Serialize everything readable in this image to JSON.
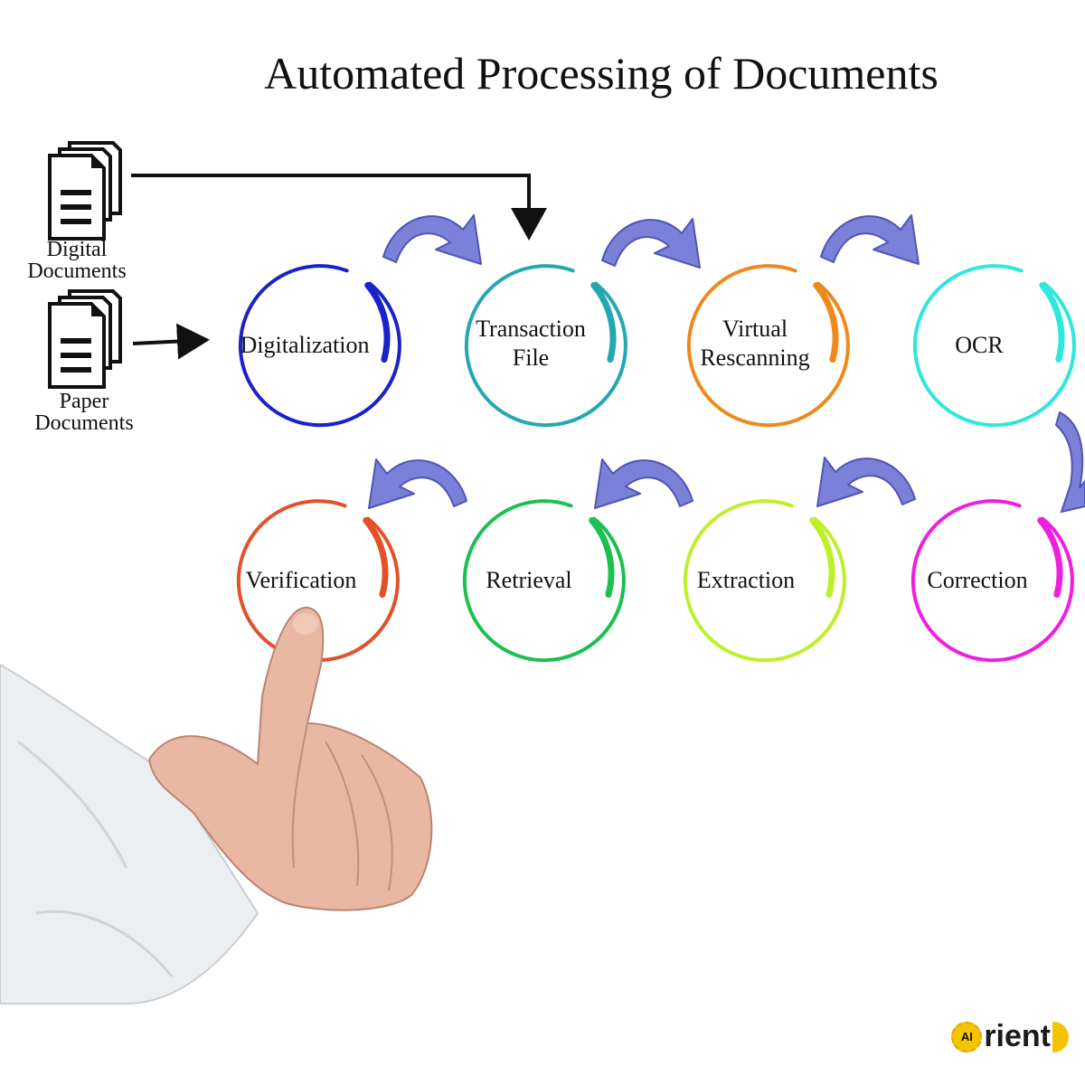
{
  "title": "Automated Processing of Documents",
  "sources": [
    {
      "label": "Digital\nDocuments"
    },
    {
      "label": "Paper\nDocuments"
    }
  ],
  "stages": [
    {
      "label": "Digitalization",
      "color": "#1a22c8"
    },
    {
      "label": "Transaction\nFile",
      "color": "#23a8b0"
    },
    {
      "label": "Virtual\nRescanning",
      "color": "#ee8a1c"
    },
    {
      "label": "OCR",
      "color": "#2de8dc"
    },
    {
      "label": "Correction",
      "color": "#f01ee0"
    },
    {
      "label": "Extraction",
      "color": "#bef02a"
    },
    {
      "label": "Retrieval",
      "color": "#1cc050"
    },
    {
      "label": "Verification",
      "color": "#e3502a"
    }
  ],
  "colors": {
    "flow_arrow": "#7b80d8",
    "flow_arrow_edge": "#4f55b5",
    "logo_accent": "#f5c400"
  },
  "logo": {
    "ai": "AI",
    "text": "rient"
  }
}
